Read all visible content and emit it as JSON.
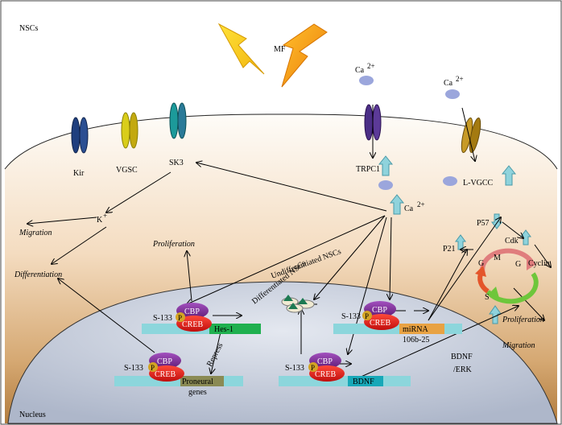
{
  "labels": {
    "nscs": "NSCs",
    "nucleus": "Nucleus",
    "mf": "MF",
    "ca_top1": "Ca",
    "ca_top2": "Ca",
    "ca_sup": "2+",
    "kir": "Kir",
    "vgsc": "VGSC",
    "sk3": "SK3",
    "trpc1": "TRPC1",
    "lvgcc": "L-VGCC",
    "ca_mid": "Ca",
    "k": "K",
    "k_sup": "+",
    "migration_left": "Migration",
    "differentiation": "Differentiation",
    "proliferation_top": "Proliferation",
    "undiff": "Undifferentiated NSCs",
    "diff": "Differentiated NSCs",
    "p57": "P57",
    "p21": "P21",
    "cdk": "Cdk",
    "cyclin": "Cyclin",
    "m": "M",
    "g_left": "G",
    "g_right": "G",
    "s": "S",
    "proliferation_right": "Proliferation",
    "migration_right": "Migration",
    "bdnf_erk_1": "BDNF",
    "bdnf_erk_2": "/ERK",
    "repress": "Repress",
    "s133": "S-133",
    "p": "P",
    "cbp": "CBP",
    "creb": "CREB",
    "hes1": "Hes-1",
    "mirna": "miRNA",
    "mirna_id": "106b-25",
    "proneural_1": "Proneural",
    "proneural_2": "genes",
    "bdnf": "BDNF"
  },
  "colors": {
    "cytoplasm_top": "#fdf8f1",
    "cytoplasm_bottom": "#b27c3e",
    "nucleus_fill": "#c6cddb",
    "cbp": "#7b2f91",
    "creb": "#e02020",
    "p_badge": "#d4a424",
    "dna": "#8cd6dc",
    "hes1": "#1fb04f",
    "mirna": "#e8a243",
    "bdnf_box": "#17a8b8",
    "bolt_left": "#f6c619",
    "bolt_right": "#f39a12",
    "ca_ion": "#9ba6dc",
    "up_arrow": "#8fd3dc"
  }
}
